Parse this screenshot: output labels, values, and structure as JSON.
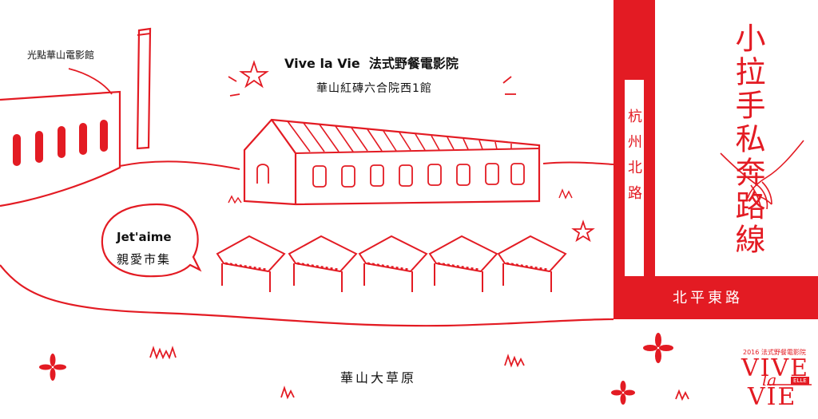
{
  "colors": {
    "accent": "#e31b23",
    "text": "#111111",
    "background": "#ffffff"
  },
  "labels": {
    "cinema_light": "光點華山電影館",
    "venue_title": "Vive la Vie  法式野餐電影院",
    "venue_subtitle": "華山紅磚六合院西1館",
    "market_line1": "Jet'aime",
    "market_line2": "親愛市集",
    "lawn": "華山大草原",
    "road_hangzhou": "杭州北路",
    "road_beiping": "北平東路",
    "route_title": "小拉手私奔路線",
    "logo_small": "2016 法式野餐電影院",
    "logo_vive": "VIVE",
    "logo_la": "la",
    "logo_elle": "ELLE",
    "logo_vie": "VIE"
  },
  "icons": [
    "chimney-icon",
    "factory-icon",
    "barn-icon",
    "tent-icon",
    "star-icon",
    "flower-icon",
    "grass-icon",
    "hands-icon"
  ]
}
